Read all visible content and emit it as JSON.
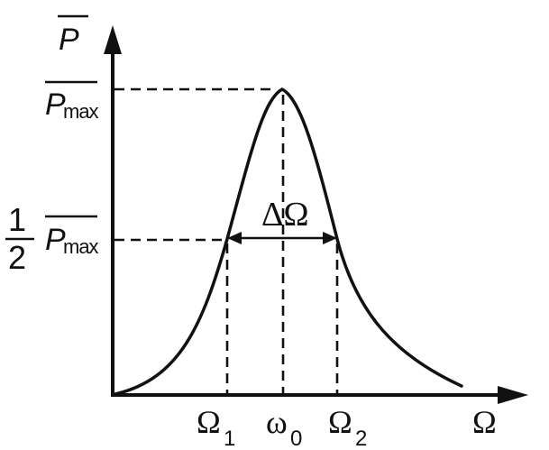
{
  "diagram": {
    "y_axis_label": "P",
    "x_axis_label": "Ω",
    "peak_label_main": "P",
    "peak_label_sub": "max",
    "half_label_fraction_top": "1",
    "half_label_fraction_bottom": "2",
    "half_label_main": "P",
    "half_label_sub": "max",
    "bandwidth_label": "ΔΩ",
    "tick_omega1_main": "Ω",
    "tick_omega1_sub": "1",
    "tick_omega0_main": "ω",
    "tick_omega0_sub": "0",
    "tick_omega2_main": "Ω",
    "tick_omega2_sub": "2"
  }
}
